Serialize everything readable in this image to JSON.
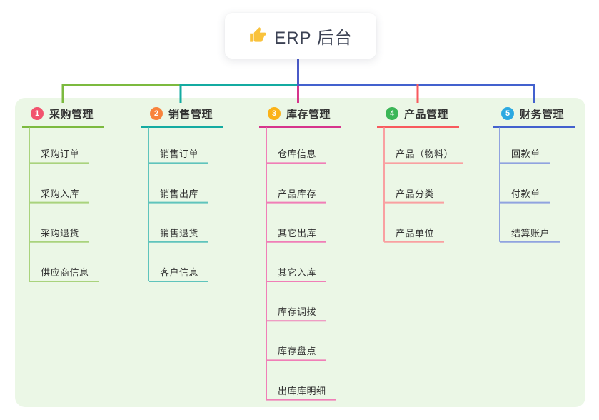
{
  "root": {
    "icon": "thumbs-up-icon",
    "title": "ERP 后台"
  },
  "canvas": {
    "background": "#ffffff",
    "panel_color": "#ebf7e6",
    "root_line_color": "#4a5ac8",
    "title_text_color": "#3c4254",
    "node_text_color": "#333333"
  },
  "branches": [
    {
      "badge": "1",
      "badge_color": "#f2536e",
      "label": "采购管理",
      "line_color": "#7cba3f",
      "child_line_color": "#a9d37d",
      "children": [
        "采购订单",
        "采购入库",
        "采购退货",
        "供应商信息"
      ]
    },
    {
      "badge": "2",
      "badge_color": "#f8833c",
      "label": "销售管理",
      "line_color": "#14aba1",
      "child_line_color": "#5fc4bc",
      "children": [
        "销售订单",
        "销售出库",
        "销售退货",
        "客户信息"
      ]
    },
    {
      "badge": "3",
      "badge_color": "#fbb218",
      "label": "库存管理",
      "line_color": "#d6358c",
      "child_line_color": "#f07eb7",
      "children": [
        "仓库信息",
        "产品库存",
        "其它出库",
        "其它入库",
        "库存调拨",
        "库存盘点",
        "出库库明细"
      ]
    },
    {
      "badge": "4",
      "badge_color": "#3bb657",
      "label": "产品管理",
      "line_color": "#f85a5e",
      "child_line_color": "#f9a0a1",
      "children": [
        "产品（物料）",
        "产品分类",
        "产品单位"
      ]
    },
    {
      "badge": "5",
      "badge_color": "#2ba9e1",
      "label": "财务管理",
      "line_color": "#4361ce",
      "child_line_color": "#90a3df",
      "children": [
        "回款单",
        "付款单",
        "结算账户"
      ]
    }
  ]
}
